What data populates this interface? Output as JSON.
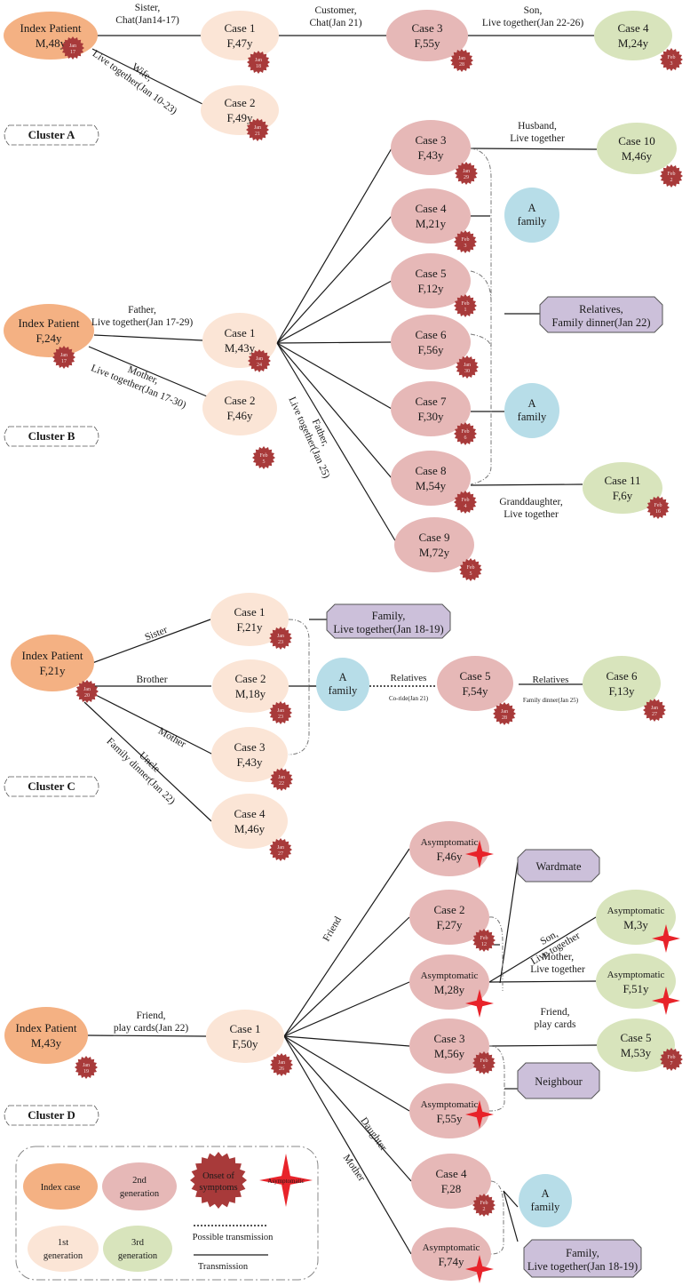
{
  "colors": {
    "index_case": "#f4b183",
    "gen2": "#e6b8b7",
    "gen1": "#fbe5d6",
    "gen3": "#d8e4bc",
    "family_circle": "#b7dde8",
    "label_box": "#ccc0da",
    "badge": "#a83a3a",
    "asymptomatic_star": "#e8232a"
  },
  "clusters": [
    {
      "label": "Cluster A"
    },
    {
      "label": "Cluster B"
    },
    {
      "label": "Cluster C"
    },
    {
      "label": "Cluster D"
    }
  ],
  "nodes": [
    {
      "id": "A_idx",
      "line1": "Index  Patient",
      "line2": "M,48y",
      "gen": "index",
      "badge": [
        "Jan",
        "17"
      ]
    },
    {
      "id": "A_c1",
      "line1": "Case 1",
      "line2": "F,47y",
      "gen": "gen1",
      "badge": [
        "Jan",
        "18"
      ]
    },
    {
      "id": "A_c2",
      "line1": "Case 2",
      "line2": "F,49y",
      "gen": "gen1",
      "badge": [
        "Jan",
        "21"
      ]
    },
    {
      "id": "A_c3",
      "line1": "Case 3",
      "line2": "F,55y",
      "gen": "gen2",
      "badge": [
        "Jan",
        "28"
      ]
    },
    {
      "id": "A_c4",
      "line1": "Case 4",
      "line2": "M,24y",
      "gen": "gen3",
      "badge": [
        "Feb",
        "3"
      ]
    },
    {
      "id": "B_idx",
      "line1": "Index  Patient",
      "line2": "F,24y",
      "gen": "index",
      "badge": [
        "Jan",
        "17"
      ]
    },
    {
      "id": "B_c1",
      "line1": "Case 1",
      "line2": "M,43y",
      "gen": "gen1",
      "badge": [
        "Jan",
        "24"
      ]
    },
    {
      "id": "B_c2",
      "line1": "Case 2",
      "line2": "F,46y",
      "gen": "gen1",
      "badge": [
        "Feb",
        "5"
      ]
    },
    {
      "id": "B_c3",
      "line1": "Case 3",
      "line2": "F,43y",
      "gen": "gen2",
      "badge": [
        "Jan",
        "29"
      ]
    },
    {
      "id": "B_c4",
      "line1": "Case 4",
      "line2": "M,21y",
      "gen": "gen2",
      "badge": [
        "Feb",
        "3"
      ]
    },
    {
      "id": "B_c5",
      "line1": "Case 5",
      "line2": "F,12y",
      "gen": "gen2",
      "badge": [
        "Feb",
        "1"
      ]
    },
    {
      "id": "B_c6",
      "line1": "Case 6",
      "line2": "F,56y",
      "gen": "gen2",
      "badge": [
        "Jan",
        "30"
      ]
    },
    {
      "id": "B_c7",
      "line1": "Case 7",
      "line2": "F,30y",
      "gen": "gen2",
      "badge": [
        "Feb",
        "6"
      ]
    },
    {
      "id": "B_c8",
      "line1": "Case 8",
      "line2": "M,54y",
      "gen": "gen2",
      "badge": [
        "Feb",
        "4"
      ]
    },
    {
      "id": "B_c9",
      "line1": "Case 9",
      "line2": "M,72y",
      "gen": "gen2",
      "badge": [
        "Feb",
        "5"
      ]
    },
    {
      "id": "B_c10",
      "line1": "Case 10",
      "line2": "M,46y",
      "gen": "gen3",
      "badge": [
        "Feb",
        "2"
      ]
    },
    {
      "id": "B_c11",
      "line1": "Case 11",
      "line2": "F,6y",
      "gen": "gen3",
      "badge": [
        "Feb",
        "16"
      ]
    },
    {
      "id": "C_idx",
      "line1": "Index  Patient",
      "line2": "F,21y",
      "gen": "index",
      "badge": [
        "Jan",
        "20"
      ]
    },
    {
      "id": "C_c1",
      "line1": "Case 1",
      "line2": "F,21y",
      "gen": "gen1",
      "badge": [
        "Jan",
        "23"
      ]
    },
    {
      "id": "C_c2",
      "line1": "Case 2",
      "line2": "M,18y",
      "gen": "gen1",
      "badge": [
        "Jan",
        "23"
      ]
    },
    {
      "id": "C_c3",
      "line1": "Case 3",
      "line2": "F,43y",
      "gen": "gen1",
      "badge": [
        "Jan",
        "22"
      ]
    },
    {
      "id": "C_c4",
      "line1": "Case 4",
      "line2": "M,46y",
      "gen": "gen1",
      "badge": [
        "Jan",
        "27"
      ]
    },
    {
      "id": "C_c5",
      "line1": "Case 5",
      "line2": "F,54y",
      "gen": "gen2",
      "badge": [
        "Jan",
        "28"
      ]
    },
    {
      "id": "C_c6",
      "line1": "Case 6",
      "line2": "F,13y",
      "gen": "gen3",
      "badge": [
        "Jan",
        "27"
      ]
    },
    {
      "id": "D_idx",
      "line1": "Index  Patient",
      "line2": "M,43y",
      "gen": "index",
      "badge": [
        "Jan",
        "19"
      ]
    },
    {
      "id": "D_c1",
      "line1": "Case 1",
      "line2": "F,50y",
      "gen": "gen1",
      "badge": [
        "Jan",
        "26"
      ]
    },
    {
      "id": "D_a1",
      "line1": "Asymptomatic",
      "line2": "F,46y",
      "gen": "gen2",
      "star": true
    },
    {
      "id": "D_c2",
      "line1": "Case 2",
      "line2": "F,27y",
      "gen": "gen2",
      "badge": [
        "Feb",
        "12"
      ]
    },
    {
      "id": "D_a2",
      "line1": "Asymptomatic",
      "line2": "M,28y",
      "gen": "gen2",
      "star": true
    },
    {
      "id": "D_c3",
      "line1": "Case 3",
      "line2": "M,56y",
      "gen": "gen2",
      "badge": [
        "Feb",
        "5"
      ]
    },
    {
      "id": "D_a3",
      "line1": "Asymptomatic",
      "line2": "F,55y",
      "gen": "gen2",
      "star": true
    },
    {
      "id": "D_c4",
      "line1": "Case 4",
      "line2": "F,28",
      "gen": "gen2",
      "badge": [
        "Feb",
        "2"
      ]
    },
    {
      "id": "D_a4",
      "line1": "Asymptomatic",
      "line2": "F,74y",
      "gen": "gen2",
      "star": true
    },
    {
      "id": "D_a5",
      "line1": "Asymptomatic",
      "line2": "M,3y",
      "gen": "gen3",
      "star": true
    },
    {
      "id": "D_a6",
      "line1": "Asymptomatic",
      "line2": "F,51y",
      "gen": "gen3",
      "star": true
    },
    {
      "id": "D_c5",
      "line1": "Case 5",
      "line2": "M,53y",
      "gen": "gen3",
      "badge": [
        "Feb",
        "7"
      ]
    }
  ],
  "edge_labels": [
    {
      "id": "A_idx_c1",
      "lines": [
        "Sister,",
        "Chat(Jan14-17)"
      ]
    },
    {
      "id": "A_idx_c2",
      "lines": [
        "Wife,",
        "Live together(Jan 10-23)"
      ]
    },
    {
      "id": "A_c1_c3",
      "lines": [
        "Customer,",
        "Chat(Jan 21)"
      ]
    },
    {
      "id": "A_c3_c4",
      "lines": [
        "Son,",
        "Live together(Jan 22-26)"
      ]
    },
    {
      "id": "B_idx_c1",
      "lines": [
        "Father,",
        "Live together(Jan 17-29)"
      ]
    },
    {
      "id": "B_idx_c2",
      "lines": [
        "Mother,",
        "Live together(Jan 17-30)"
      ]
    },
    {
      "id": "B_c1_c9",
      "lines": [
        "Father,",
        "Live together(Jan 25)"
      ]
    },
    {
      "id": "B_c3_c10",
      "lines": [
        "Husband,",
        "Live together"
      ]
    },
    {
      "id": "B_c8_c11",
      "lines": [
        "Granddaughter,",
        "Live together"
      ]
    },
    {
      "id": "C_idx_c1",
      "lines": [
        "Sister"
      ]
    },
    {
      "id": "C_idx_c2",
      "lines": [
        "Brother"
      ]
    },
    {
      "id": "C_idx_c3",
      "lines": [
        "Mother"
      ]
    },
    {
      "id": "C_idx_c4",
      "lines": [
        "Uncle",
        "Family dinner(Jan 22)"
      ]
    },
    {
      "id": "C_fam_c5",
      "lines": [
        "Relatives",
        "Co-ride(Jan 21)"
      ]
    },
    {
      "id": "C_c5_c6",
      "lines": [
        "Relatives",
        "Family dinner(Jan 25)"
      ]
    },
    {
      "id": "D_idx_c1",
      "lines": [
        "Friend,",
        "play cards(Jan 22)"
      ]
    },
    {
      "id": "D_c1_a1",
      "lines": [
        "Friend"
      ]
    },
    {
      "id": "D_a2_a5",
      "lines": [
        "Son,",
        "Live together"
      ]
    },
    {
      "id": "D_a2_a6",
      "lines": [
        "Mother,",
        "Live together"
      ]
    },
    {
      "id": "D_c3_c5",
      "lines": [
        "Friend,",
        "play cards"
      ]
    },
    {
      "id": "D_c1_c4",
      "lines": [
        "Daughter"
      ]
    },
    {
      "id": "D_c1_a4",
      "lines": [
        "Mother"
      ]
    }
  ],
  "group_labels": [
    {
      "id": "B_fam1",
      "kind": "circle",
      "lines": [
        "A",
        "family"
      ]
    },
    {
      "id": "B_rel",
      "kind": "box",
      "lines": [
        "Relatives,",
        "Family dinner(Jan 22)"
      ]
    },
    {
      "id": "B_fam2",
      "kind": "circle",
      "lines": [
        "A",
        "family"
      ]
    },
    {
      "id": "C_famlive",
      "kind": "box",
      "lines": [
        "Family,",
        "Live together(Jan 18-19)"
      ]
    },
    {
      "id": "C_fam",
      "kind": "circle",
      "lines": [
        "A",
        "family"
      ]
    },
    {
      "id": "D_ward",
      "kind": "box",
      "lines": [
        "Wardmate"
      ]
    },
    {
      "id": "D_neigh",
      "kind": "box",
      "lines": [
        "Neighbour"
      ]
    },
    {
      "id": "D_fam",
      "kind": "circle",
      "lines": [
        "A",
        "family"
      ]
    },
    {
      "id": "D_famlive",
      "kind": "box",
      "lines": [
        "Family,",
        "Live together(Jan 18-19)"
      ]
    }
  ],
  "legend": {
    "index_case": "Index case",
    "gen2": [
      "2nd",
      "generation"
    ],
    "gen1": [
      "1st",
      "generation"
    ],
    "gen3": [
      "3rd",
      "generation"
    ],
    "onset": [
      "Onset of",
      "symptoms"
    ],
    "asymptomatic": "Asymptomatic",
    "possible_transmission": "Possible transmission",
    "transmission": "Transmission"
  }
}
